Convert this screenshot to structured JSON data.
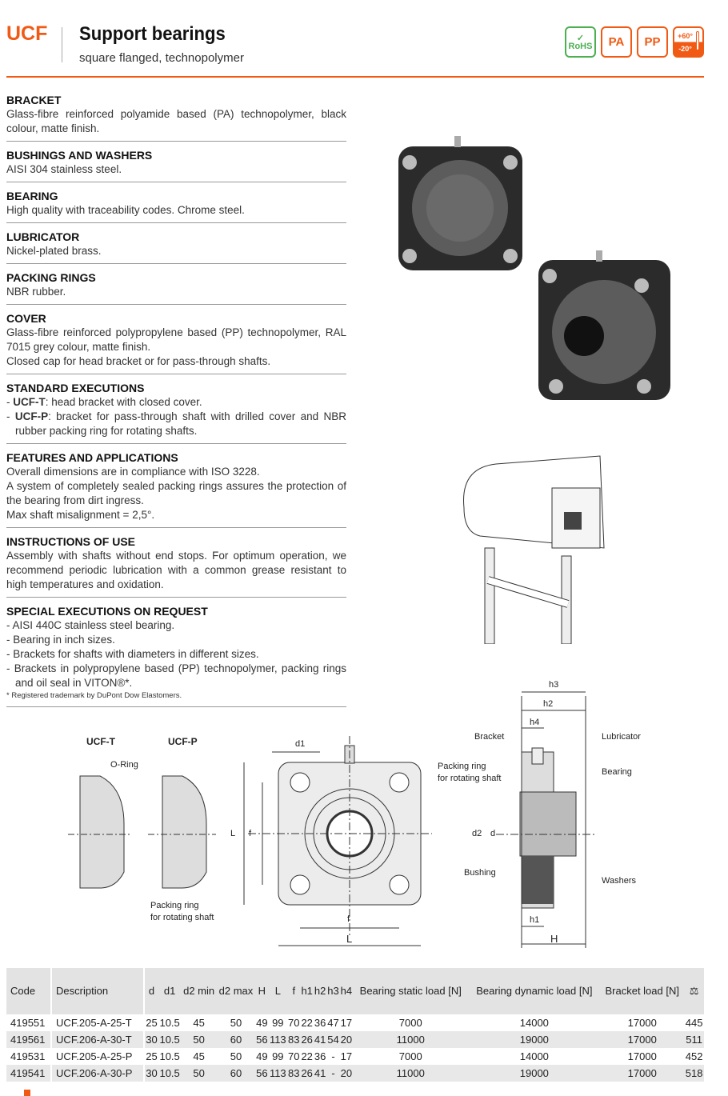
{
  "header": {
    "brand": "UCF",
    "title": "Support bearings",
    "subtitle": "square flanged, technopolymer",
    "badges": {
      "rohs": "RoHS",
      "pa": "PA",
      "pp": "PP",
      "temp_max": "+60°",
      "temp_min": "-20°"
    }
  },
  "colors": {
    "accent": "#f05a14",
    "rohs": "#4caf50"
  },
  "specs": [
    {
      "heading": "BRACKET",
      "lines": [
        "Glass-fibre reinforced polyamide based (PA) technopolymer, black colour, matte finish."
      ]
    },
    {
      "heading": "BUSHINGS AND WASHERS",
      "lines": [
        "AISI 304 stainless steel."
      ]
    },
    {
      "heading": "BEARING",
      "lines": [
        "High quality with traceability codes. Chrome steel."
      ]
    },
    {
      "heading": "LUBRICATOR",
      "lines": [
        "Nickel-plated brass."
      ]
    },
    {
      "heading": "PACKING RINGS",
      "lines": [
        "NBR rubber."
      ]
    },
    {
      "heading": "COVER",
      "lines": [
        "Glass-fibre reinforced polypropylene based (PP) technopolymer, RAL 7015 grey colour, matte finish.",
        "Closed cap for head bracket or for pass-through shafts."
      ]
    },
    {
      "heading": "STANDARD EXECUTIONS",
      "items": [
        {
          "bold": "UCF-T",
          "text": ": head bracket with closed cover."
        },
        {
          "bold": "UCF-P",
          "text": ": bracket for pass-through shaft with drilled cover and NBR rubber packing ring for rotating shafts."
        }
      ]
    },
    {
      "heading": "FEATURES AND APPLICATIONS",
      "lines": [
        "Overall dimensions are in compliance with ISO 3228.",
        "A system of completely sealed packing rings assures the protection of the bearing from dirt ingress.",
        "Max shaft misalignment = 2,5°."
      ]
    },
    {
      "heading": "INSTRUCTIONS OF USE",
      "lines": [
        "Assembly with shafts without end stops. For optimum operation, we recommend periodic lubrication with a common grease resistant to high temperatures and oxidation."
      ]
    },
    {
      "heading": "SPECIAL EXECUTIONS ON REQUEST",
      "items": [
        {
          "text": "AISI 440C stainless steel bearing."
        },
        {
          "text": "Bearing in inch sizes."
        },
        {
          "text": "Brackets for shafts with diameters in different sizes."
        },
        {
          "text": "Brackets in polypropylene based (PP) technopolymer, packing rings and oil seal in VITON®*."
        }
      ],
      "footnote": "* Registered trademark by DuPont Dow Elastomers."
    }
  ],
  "drawing": {
    "ucf_t": "UCF-T",
    "ucf_p": "UCF-P",
    "o_ring": "O-Ring",
    "packing_ring": "Packing ring",
    "for_rotating_shaft": "for rotating shaft",
    "dims": {
      "d1": "d1",
      "L": "L",
      "f": "f",
      "d2": "d2",
      "d": "d",
      "h1": "h1",
      "h2": "h2",
      "h3": "h3",
      "h4": "h4",
      "H": "H"
    },
    "bracket": "Bracket",
    "lubricator": "Lubricator",
    "bearing": "Bearing",
    "bushing": "Bushing",
    "washers": "Washers"
  },
  "table": {
    "headers": [
      "Code",
      "Description",
      "d",
      "d1",
      "d2 min",
      "d2 max",
      "H",
      "L",
      "f",
      "h1",
      "h2",
      "h3",
      "h4",
      "Bearing static load [N]",
      "Bearing dynamic load [N]",
      "Bracket load [N]",
      "weight-icon"
    ],
    "rows": [
      [
        "419551",
        "UCF.205-A-25-T",
        "25",
        "10.5",
        "45",
        "50",
        "49",
        "99",
        "70",
        "22",
        "36",
        "47",
        "17",
        "7000",
        "14000",
        "17000",
        "445"
      ],
      [
        "419561",
        "UCF.206-A-30-T",
        "30",
        "10.5",
        "50",
        "60",
        "56",
        "113",
        "83",
        "26",
        "41",
        "54",
        "20",
        "11000",
        "19000",
        "17000",
        "511"
      ],
      [
        "419531",
        "UCF.205-A-25-P",
        "25",
        "10.5",
        "45",
        "50",
        "49",
        "99",
        "70",
        "22",
        "36",
        "-",
        "17",
        "7000",
        "14000",
        "17000",
        "452"
      ],
      [
        "419541",
        "UCF.206-A-30-P",
        "30",
        "10.5",
        "50",
        "60",
        "56",
        "113",
        "83",
        "26",
        "41",
        "-",
        "20",
        "11000",
        "19000",
        "17000",
        "518"
      ]
    ]
  }
}
